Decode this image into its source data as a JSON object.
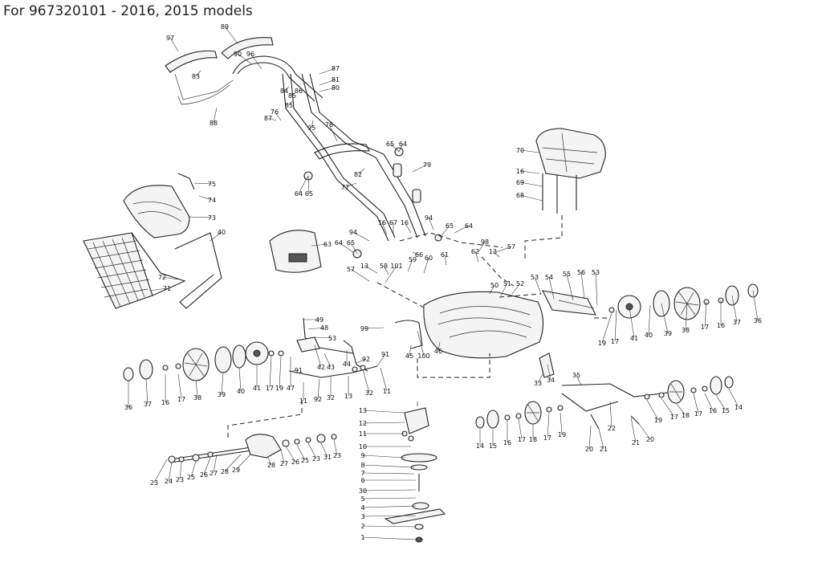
{
  "header": {
    "title": "For 967320101 - 2016, 2015 models"
  },
  "callouts": [
    {
      "n": "89"
    },
    {
      "n": "97"
    },
    {
      "n": "90"
    },
    {
      "n": "96"
    },
    {
      "n": "83"
    },
    {
      "n": "87"
    },
    {
      "n": "81"
    },
    {
      "n": "80"
    },
    {
      "n": "84"
    },
    {
      "n": "85"
    },
    {
      "n": "86"
    },
    {
      "n": "85"
    },
    {
      "n": "88"
    },
    {
      "n": "87"
    },
    {
      "n": "76"
    },
    {
      "n": "95"
    },
    {
      "n": "78"
    },
    {
      "n": "65"
    },
    {
      "n": "64"
    },
    {
      "n": "82"
    },
    {
      "n": "79"
    },
    {
      "n": "77"
    },
    {
      "n": "64"
    },
    {
      "n": "65"
    },
    {
      "n": "75"
    },
    {
      "n": "74"
    },
    {
      "n": "73"
    },
    {
      "n": "40"
    },
    {
      "n": "72"
    },
    {
      "n": "71"
    },
    {
      "n": "63"
    },
    {
      "n": "16"
    },
    {
      "n": "67"
    },
    {
      "n": "16"
    },
    {
      "n": "94"
    },
    {
      "n": "65"
    },
    {
      "n": "64"
    },
    {
      "n": "94"
    },
    {
      "n": "64"
    },
    {
      "n": "65"
    },
    {
      "n": "66"
    },
    {
      "n": "98"
    },
    {
      "n": "57"
    },
    {
      "n": "62"
    },
    {
      "n": "13"
    },
    {
      "n": "13"
    },
    {
      "n": "58"
    },
    {
      "n": "59"
    },
    {
      "n": "60"
    },
    {
      "n": "61"
    },
    {
      "n": "57"
    },
    {
      "n": "101"
    },
    {
      "n": "51"
    },
    {
      "n": "52"
    },
    {
      "n": "50"
    },
    {
      "n": "53"
    },
    {
      "n": "54"
    },
    {
      "n": "55"
    },
    {
      "n": "56"
    },
    {
      "n": "53"
    },
    {
      "n": "70"
    },
    {
      "n": "16"
    },
    {
      "n": "69"
    },
    {
      "n": "68"
    },
    {
      "n": "49"
    },
    {
      "n": "48"
    },
    {
      "n": "53"
    },
    {
      "n": "99"
    },
    {
      "n": "45"
    },
    {
      "n": "100"
    },
    {
      "n": "46"
    },
    {
      "n": "19"
    },
    {
      "n": "17"
    },
    {
      "n": "41"
    },
    {
      "n": "40"
    },
    {
      "n": "39"
    },
    {
      "n": "38"
    },
    {
      "n": "17"
    },
    {
      "n": "16"
    },
    {
      "n": "37"
    },
    {
      "n": "36"
    },
    {
      "n": "42"
    },
    {
      "n": "43"
    },
    {
      "n": "44"
    },
    {
      "n": "92"
    },
    {
      "n": "91"
    },
    {
      "n": "91"
    },
    {
      "n": "36"
    },
    {
      "n": "37"
    },
    {
      "n": "16"
    },
    {
      "n": "17"
    },
    {
      "n": "38"
    },
    {
      "n": "39"
    },
    {
      "n": "40"
    },
    {
      "n": "41"
    },
    {
      "n": "17"
    },
    {
      "n": "19"
    },
    {
      "n": "47"
    },
    {
      "n": "11"
    },
    {
      "n": "92"
    },
    {
      "n": "32"
    },
    {
      "n": "13"
    },
    {
      "n": "32"
    },
    {
      "n": "11"
    },
    {
      "n": "33"
    },
    {
      "n": "34"
    },
    {
      "n": "35"
    },
    {
      "n": "13"
    },
    {
      "n": "12"
    },
    {
      "n": "11"
    },
    {
      "n": "10"
    },
    {
      "n": "9"
    },
    {
      "n": "8"
    },
    {
      "n": "7"
    },
    {
      "n": "6"
    },
    {
      "n": "30"
    },
    {
      "n": "5"
    },
    {
      "n": "4"
    },
    {
      "n": "3"
    },
    {
      "n": "2"
    },
    {
      "n": "1"
    },
    {
      "n": "14"
    },
    {
      "n": "15"
    },
    {
      "n": "16"
    },
    {
      "n": "17"
    },
    {
      "n": "18"
    },
    {
      "n": "17"
    },
    {
      "n": "19"
    },
    {
      "n": "22"
    },
    {
      "n": "20"
    },
    {
      "n": "21"
    },
    {
      "n": "19"
    },
    {
      "n": "17"
    },
    {
      "n": "18"
    },
    {
      "n": "17"
    },
    {
      "n": "16"
    },
    {
      "n": "15"
    },
    {
      "n": "14"
    },
    {
      "n": "21"
    },
    {
      "n": "20"
    },
    {
      "n": "23"
    },
    {
      "n": "24"
    },
    {
      "n": "23"
    },
    {
      "n": "25"
    },
    {
      "n": "26"
    },
    {
      "n": "27"
    },
    {
      "n": "28"
    },
    {
      "n": "29"
    },
    {
      "n": "28"
    },
    {
      "n": "27"
    },
    {
      "n": "26"
    },
    {
      "n": "25"
    },
    {
      "n": "23"
    },
    {
      "n": "31"
    },
    {
      "n": "23"
    }
  ]
}
